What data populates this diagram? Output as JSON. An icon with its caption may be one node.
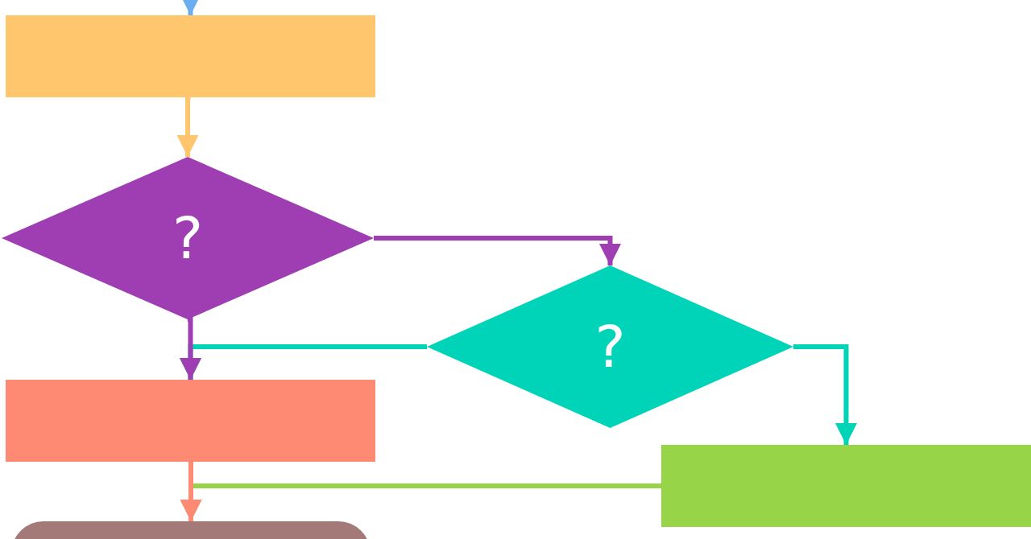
{
  "diagram": {
    "nodes": [
      {
        "text": [],
        "shape": "box"
      },
      {
        "text": [
          "?"
        ]
      },
      {
        "text": [
          "?"
        ]
      },
      {
        "text": [],
        "shape": "box"
      },
      {
        "text": [],
        "shape": "box"
      },
      {
        "text": [],
        "shape": "box"
      }
    ],
    "edges": [
      {
        "from": null,
        "to": 0,
        "arrow": "to",
        "color": "#6aaef0"
      },
      {
        "from": 0,
        "to": 1,
        "arrow": "to",
        "color": "#ffc66d"
      },
      {
        "from": 1,
        "to": 2,
        "arrow": "to",
        "color": "#9f3db3"
      },
      {
        "from": 2,
        "to": 3,
        "arrow": "to",
        "color": "#00d4b8"
      },
      {
        "from": 1,
        "to": 3,
        "arrow": "to",
        "color": "#9f3db3"
      },
      {
        "from": 2,
        "to": 4,
        "arrow": "to",
        "color": "#00d4b8"
      },
      {
        "from": 4,
        "to": 5,
        "arrow": "to",
        "color": "#98d448"
      },
      {
        "from": 3,
        "to": 5,
        "arrow": "to",
        "color": "#ff8a73"
      }
    ]
  }
}
